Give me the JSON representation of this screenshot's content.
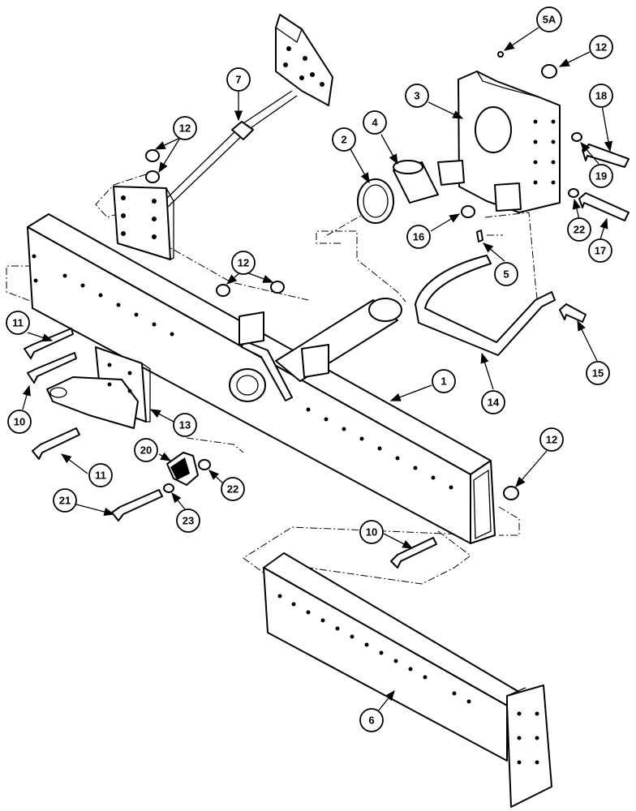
{
  "callouts": {
    "c1": "1",
    "c2": "2",
    "c3": "3",
    "c4": "4",
    "c5": "5",
    "c5a": "5A",
    "c6": "6",
    "c7": "7",
    "c10a": "10",
    "c10b": "10",
    "c11a": "11",
    "c11b": "11",
    "c12a": "12",
    "c12b": "12",
    "c12c": "12",
    "c12d": "12",
    "c13": "13",
    "c14": "14",
    "c15": "15",
    "c16": "16",
    "c17": "17",
    "c18": "18",
    "c19": "19",
    "c20": "20",
    "c21": "21",
    "c22a": "22",
    "c22b": "22",
    "c23": "23"
  }
}
